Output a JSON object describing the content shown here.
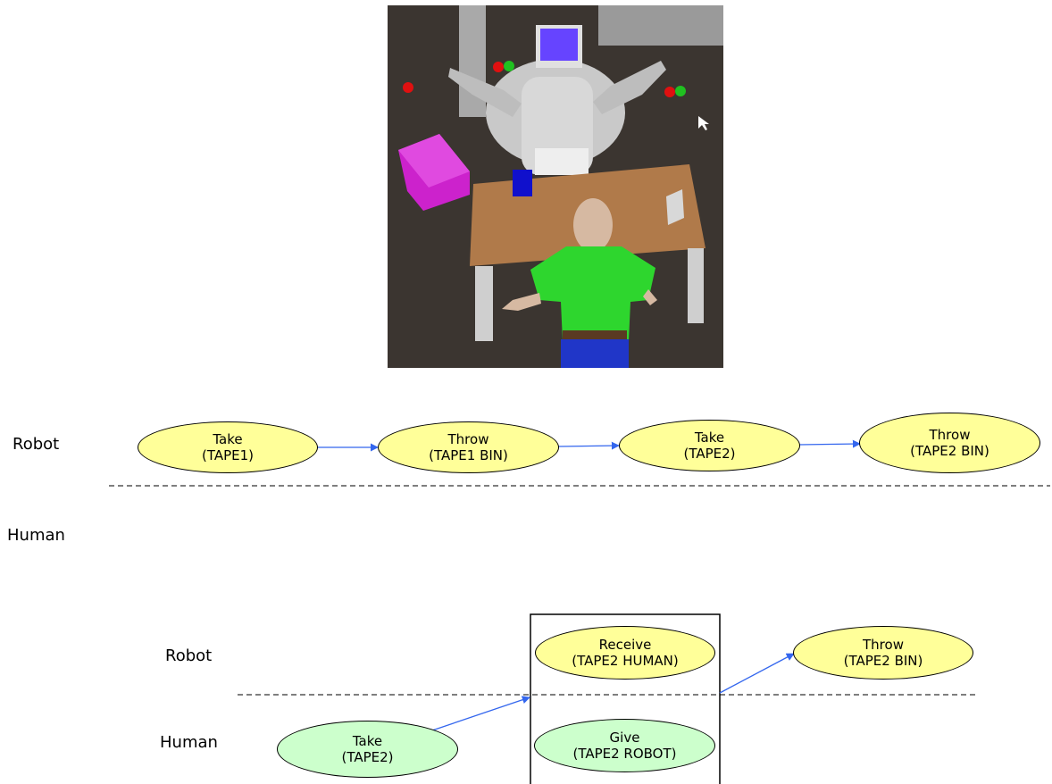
{
  "colors": {
    "robot_node": "#ffff99",
    "human_node": "#ccffcc",
    "arrow": "#3366ee",
    "floor": "#3b3530",
    "table": "#b07a4a",
    "shirt": "#2ed62e",
    "box": "#cc22cc"
  },
  "top_plan": {
    "robot_label": "Robot",
    "human_label": "Human",
    "nodes": [
      {
        "action": "Take",
        "args": "(TAPE1)"
      },
      {
        "action": "Throw",
        "args": "(TAPE1 BIN)"
      },
      {
        "action": "Take",
        "args": "(TAPE2)"
      },
      {
        "action": "Throw",
        "args": "(TAPE2 BIN)"
      }
    ]
  },
  "bottom_plan": {
    "robot_label": "Robot",
    "human_label": "Human",
    "robot_nodes": [
      {
        "action": "Receive",
        "args": "(TAPE2 HUMAN)"
      },
      {
        "action": "Throw",
        "args": "(TAPE2 BIN)"
      }
    ],
    "human_nodes": [
      {
        "action": "Take",
        "args": "(TAPE2)"
      },
      {
        "action": "Give",
        "args": "(TAPE2 ROBOT)"
      }
    ]
  }
}
